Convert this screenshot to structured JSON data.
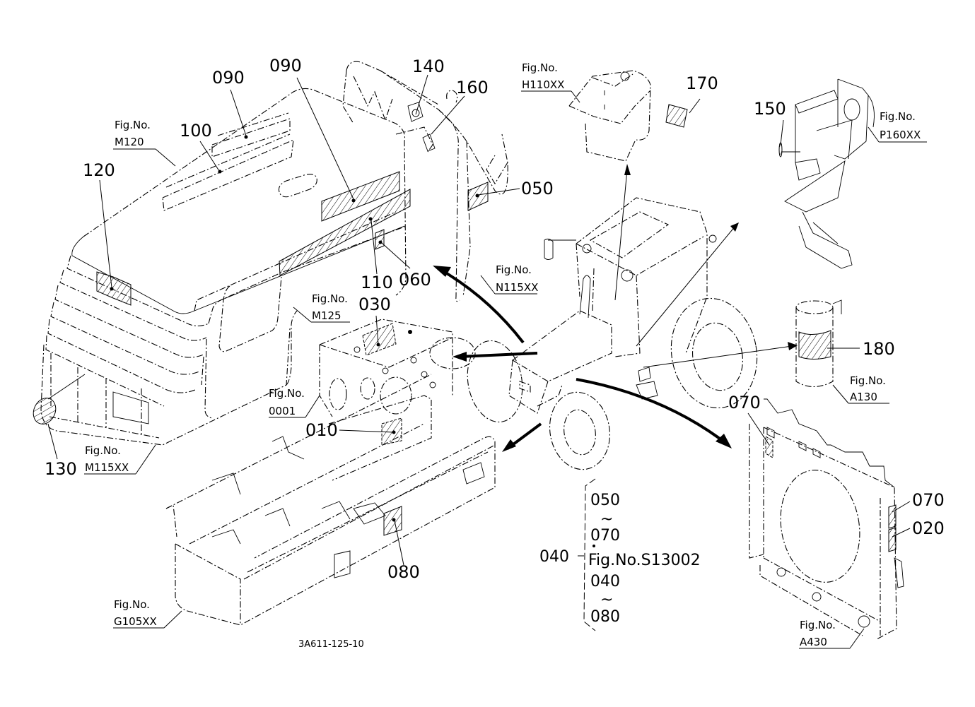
{
  "diagram": {
    "title": "Tractor decal / label exploded parts diagram",
    "drawing_number": "3A611-125-10",
    "part_callouts": [
      {
        "id": "callout-090-top",
        "text": "090"
      },
      {
        "id": "callout-090-side",
        "text": "090"
      },
      {
        "id": "callout-100",
        "text": "100"
      },
      {
        "id": "callout-120",
        "text": "120"
      },
      {
        "id": "callout-140",
        "text": "140"
      },
      {
        "id": "callout-160",
        "text": "160"
      },
      {
        "id": "callout-170",
        "text": "170"
      },
      {
        "id": "callout-150",
        "text": "150"
      },
      {
        "id": "callout-050",
        "text": "050"
      },
      {
        "id": "callout-110",
        "text": "110"
      },
      {
        "id": "callout-060",
        "text": "060"
      },
      {
        "id": "callout-030",
        "text": "030"
      },
      {
        "id": "callout-010",
        "text": "010"
      },
      {
        "id": "callout-130",
        "text": "130"
      },
      {
        "id": "callout-180",
        "text": "180"
      },
      {
        "id": "callout-070-radiator-top",
        "text": "070"
      },
      {
        "id": "callout-070-radiator-side",
        "text": "070"
      },
      {
        "id": "callout-020",
        "text": "020"
      },
      {
        "id": "callout-080",
        "text": "080"
      }
    ],
    "figure_refs": {
      "m120": {
        "line1": "Fig.No.",
        "line2": "M120"
      },
      "h110xx": {
        "line1": "Fig.No.",
        "line2": "H110XX"
      },
      "p160xx": {
        "line1": "Fig.No.",
        "line2": "P160XX"
      },
      "n115xx": {
        "line1": "Fig.No.",
        "line2": "N115XX"
      },
      "m125": {
        "line1": "Fig.No.",
        "line2": "M125"
      },
      "f0001": {
        "line1": "Fig.No.",
        "line2": "0001"
      },
      "a130": {
        "line1": "Fig.No.",
        "line2": "A130"
      },
      "m115xx": {
        "line1": "Fig.No.",
        "line2": "M115XX"
      },
      "g105xx": {
        "line1": "Fig.No.",
        "line2": "G105XX"
      },
      "a430": {
        "line1": "Fig.No.",
        "line2": "A430"
      }
    },
    "set_bracket": {
      "set_label": "040",
      "range1_start": "050",
      "range1_end": "070",
      "range_separator": "~",
      "fig_ref": "Fig.No.S13002",
      "range2_start": "040",
      "range2_end": "080"
    }
  }
}
